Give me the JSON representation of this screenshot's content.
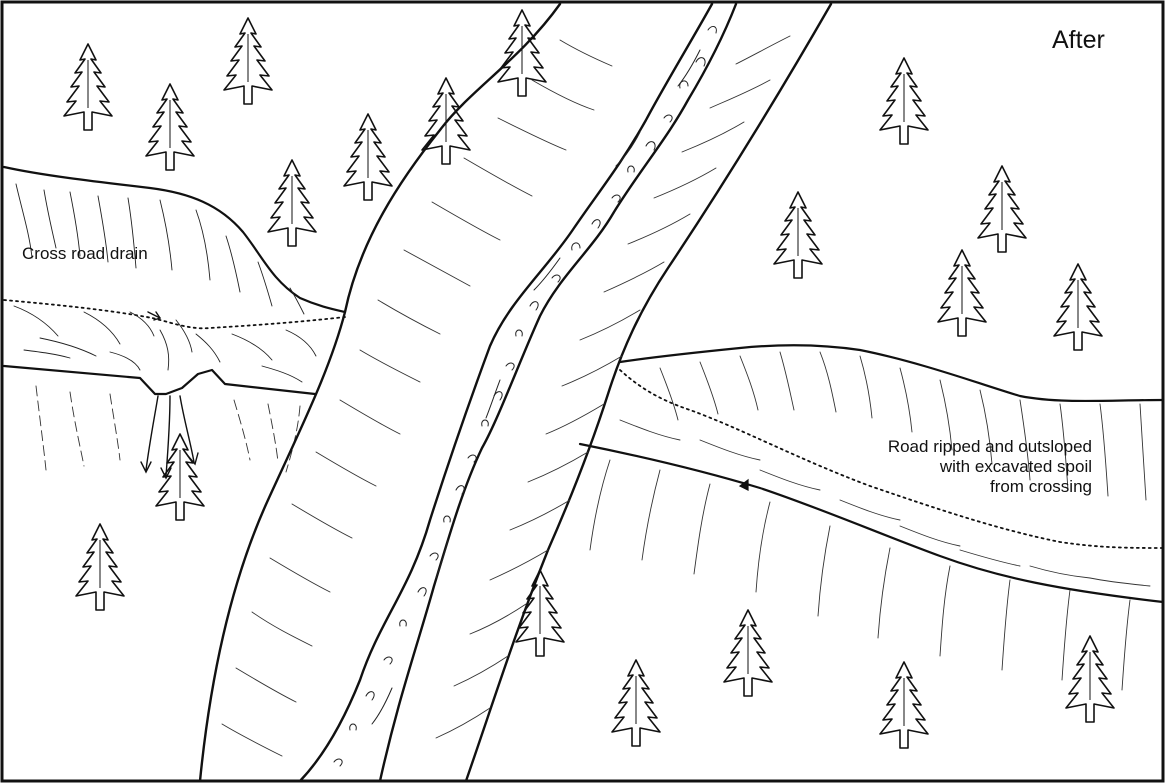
{
  "title": "After",
  "annotations": {
    "cross_road_drain": "Cross road drain",
    "road_ripped": "Road ripped and outsloped\nwith excavated spoil\nfrom crossing"
  },
  "colors": {
    "ink": "#111111",
    "paper": "#ffffff"
  }
}
